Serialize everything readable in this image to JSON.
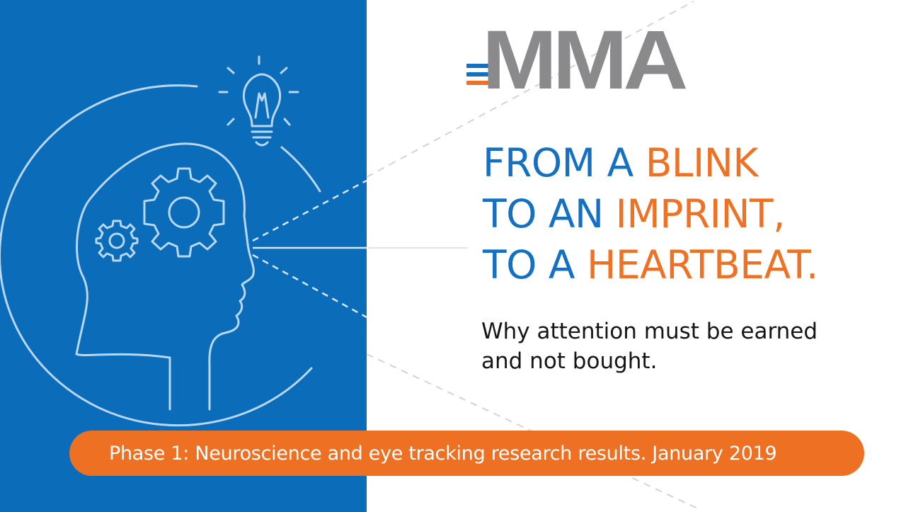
{
  "colors": {
    "blue_panel": "#0b6cb9",
    "headline_blue": "#1370c2",
    "accent_orange": "#ef7224",
    "logo_gray": "#8a8a8d",
    "line_art": "#b9d7f0"
  },
  "logo": {
    "text": "MMA",
    "bar_colors": [
      "#1370c2",
      "#1370c2",
      "#ef7224"
    ]
  },
  "illustration": {
    "icons": [
      "head-profile-icon",
      "gear-icon",
      "small-gear-icon",
      "lightbulb-icon"
    ]
  },
  "headline": {
    "line1_blue": "FROM A ",
    "line1_orange": "BLINK",
    "line2_blue": "TO AN ",
    "line2_orange": "IMPRINT,",
    "line3_blue": "TO A ",
    "line3_orange": "HEARTBEAT."
  },
  "subtitle": {
    "line1": "Why attention must be earned",
    "line2": "and not bought."
  },
  "banner": {
    "text": "Phase 1:  Neuroscience and eye tracking research results. January 2019"
  }
}
